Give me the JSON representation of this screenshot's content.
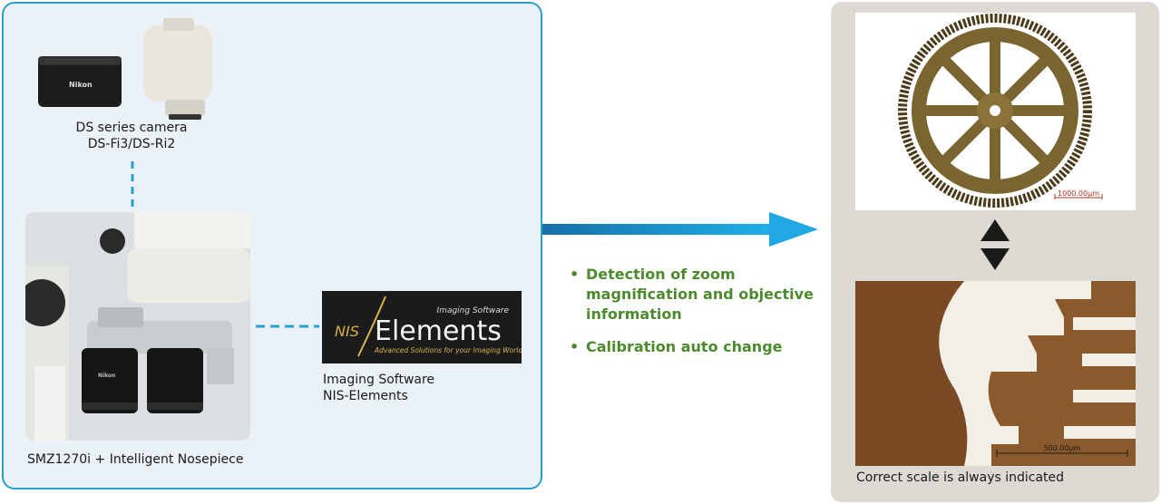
{
  "camera": {
    "line1": "DS series camera",
    "line2": "DS-Fi3/DS-Ri2",
    "brand_mark": "Nikon"
  },
  "microscope": {
    "label": "SMZ1270i + Intelligent Nosepiece",
    "brand_mark": "Nikon"
  },
  "software": {
    "logo_tagline_top": "Imaging Software",
    "logo_name_prefix": "NIS",
    "logo_name_main": "Elements",
    "logo_subline": "Advanced Solutions for your Imaging World",
    "line1": "Imaging Software",
    "line2": "NIS-Elements"
  },
  "features": [
    {
      "bullet": "•",
      "lines": [
        "Detection of zoom",
        "magnification and objective",
        "information"
      ]
    },
    {
      "bullet": "•",
      "lines": [
        "Calibration auto change"
      ]
    }
  ],
  "samples": {
    "top_scale": "1000.00µm",
    "bottom_scale": "500.00µm",
    "caption": "Correct scale is always indicated"
  },
  "colors": {
    "panel_border": "#2a9fc9",
    "arrow": "#1a9bd7",
    "feature_text": "#4c8a2c",
    "connector": "#2a9fc9"
  },
  "icons": {
    "swap": "up-down-triangles-icon",
    "flow": "right-arrow-icon"
  }
}
